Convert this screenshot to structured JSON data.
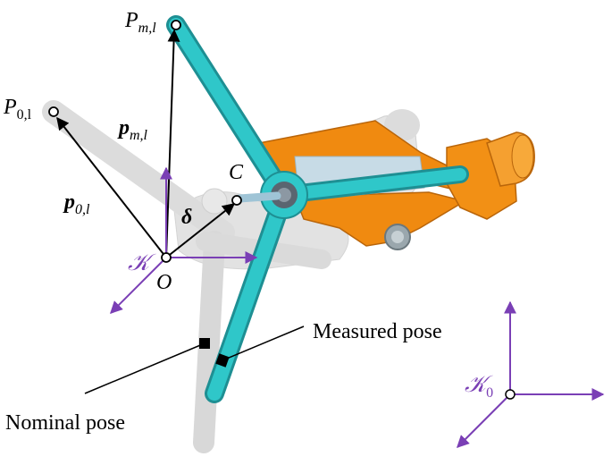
{
  "labels": {
    "P": "P",
    "m_l": "m,l",
    "zero_l": "0,l",
    "p": "p",
    "C": "C",
    "delta": "δ",
    "O": "O",
    "K": "𝒦",
    "K0_sub": "0"
  },
  "annotations": {
    "measured_pose": "Measured pose",
    "nominal_pose": "Nominal pose"
  },
  "colors": {
    "teal": "#2fc7c9",
    "teal_dark": "#1e8f93",
    "orange": "#f08a10",
    "orange_dark": "#b9650a",
    "purple": "#7a3fb5",
    "gray_link": "#d6d6d6",
    "black": "#000000"
  }
}
